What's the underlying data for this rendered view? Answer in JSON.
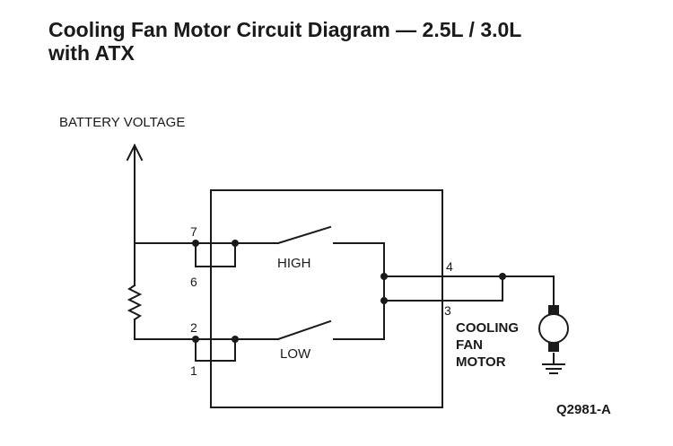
{
  "title": {
    "line1": "Cooling Fan Motor Circuit Diagram — 2.5L / 3.0L",
    "line2": "with ATX"
  },
  "supply_label": "BATTERY VOLTAGE",
  "switches": {
    "high": "HIGH",
    "low": "LOW"
  },
  "pins": {
    "p7": "7",
    "p6": "6",
    "p2": "2",
    "p1": "1",
    "p4": "4",
    "p3": "3"
  },
  "motor_label": [
    "COOLING",
    "FAN",
    "MOTOR"
  ],
  "figure_id": "Q2981-A",
  "colors": {
    "ink": "#1a1a1a",
    "background": "#ffffff"
  }
}
